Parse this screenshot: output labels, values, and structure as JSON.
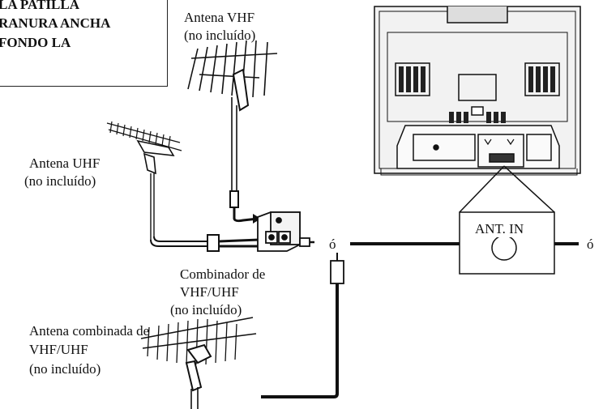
{
  "note": {
    "lines": [
      "LA PATILLA",
      "RANURA ANCHA",
      "FONDO LA"
    ]
  },
  "labels": {
    "vhf_antenna": [
      "Antena VHF",
      "(no incluído)"
    ],
    "uhf_antenna": [
      "Antena UHF",
      "(no incluído)"
    ],
    "combiner": [
      "Combinador de",
      "VHF/UHF",
      "(no incluído)"
    ],
    "combo_antenna": [
      "Antena combinada de",
      "VHF/UHF",
      "(no incluído)"
    ],
    "or_1": "ó",
    "or_2": "ó",
    "ant_in": "ANT. IN"
  },
  "colors": {
    "line": "#111111",
    "tv_body": "#f4f4f4",
    "tv_dark": "#222222"
  }
}
